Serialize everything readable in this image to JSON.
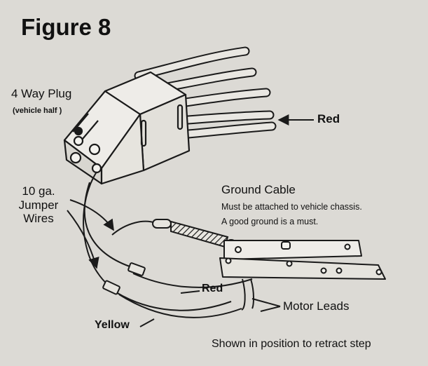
{
  "figure": {
    "title": "Figure 8",
    "labels": {
      "plug": "4 Way Plug",
      "plug_sub": "(vehicle half )",
      "red_wire": "Red",
      "jumper_line1": "10 ga.",
      "jumper_line2": "Jumper",
      "jumper_line3": "Wires",
      "ground_title": "Ground Cable",
      "ground_note1": "Must be attached to vehicle chassis.",
      "ground_note2": "A good ground is a must.",
      "red_lead": "Red",
      "motor_leads": "Motor Leads",
      "yellow_lead": "Yellow",
      "caption": "Shown in position to retract step"
    },
    "icons": [
      "plug-icon",
      "wire-bundle-icon",
      "bracket-icon",
      "connector-icon",
      "arrow-icon"
    ],
    "colors": {
      "ink": "#1a1a1a",
      "paper": "#dcdad5"
    }
  }
}
